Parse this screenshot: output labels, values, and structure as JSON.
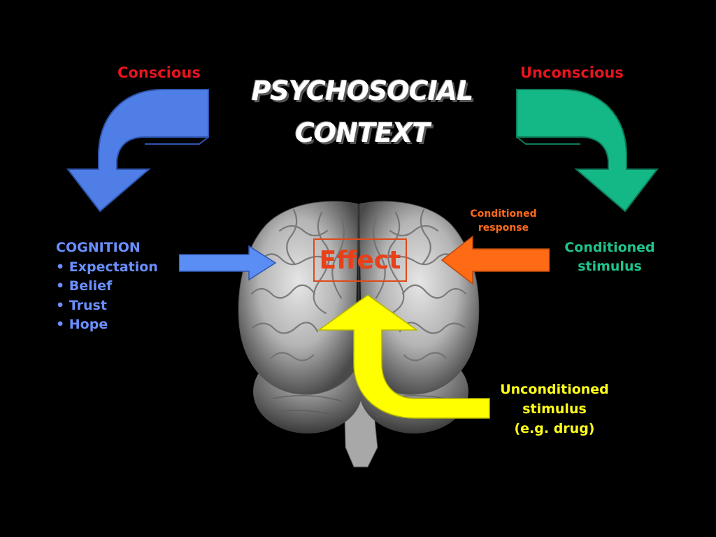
{
  "title": {
    "line1": "PSYCHOSOCIAL",
    "line2": "CONTEXT"
  },
  "labels": {
    "conscious": "Conscious",
    "unconscious": "Unconscious",
    "conditioned_response": [
      "Conditioned",
      "response"
    ],
    "conditioned_stimulus": [
      "Conditioned",
      "stimulus"
    ],
    "unconditioned_stimulus": [
      "Unconditioned",
      "stimulus",
      "(e.g. drug)"
    ],
    "effect": "Effect"
  },
  "cognition": {
    "heading": "COGNITION",
    "items": [
      "• Expectation",
      "• Belief",
      "• Trust",
      "• Hope"
    ]
  },
  "colors": {
    "conscious_label": "#e8141e",
    "unconscious_label": "#e8141e",
    "cognition_text": "#6a8fff",
    "conditioned_response_text": "#ff6a1a",
    "conditioned_stimulus_text": "#1fc48a",
    "unconditioned_text": "#ffff1a",
    "effect_text": "#e8401a",
    "blue_arrow": "#4f7fe6",
    "green_arrow": "#14b887",
    "orange_arrow": "#ff6a14",
    "yellow_arrow": "#ffff00"
  },
  "image": {
    "brain": "human-brain-photo"
  }
}
